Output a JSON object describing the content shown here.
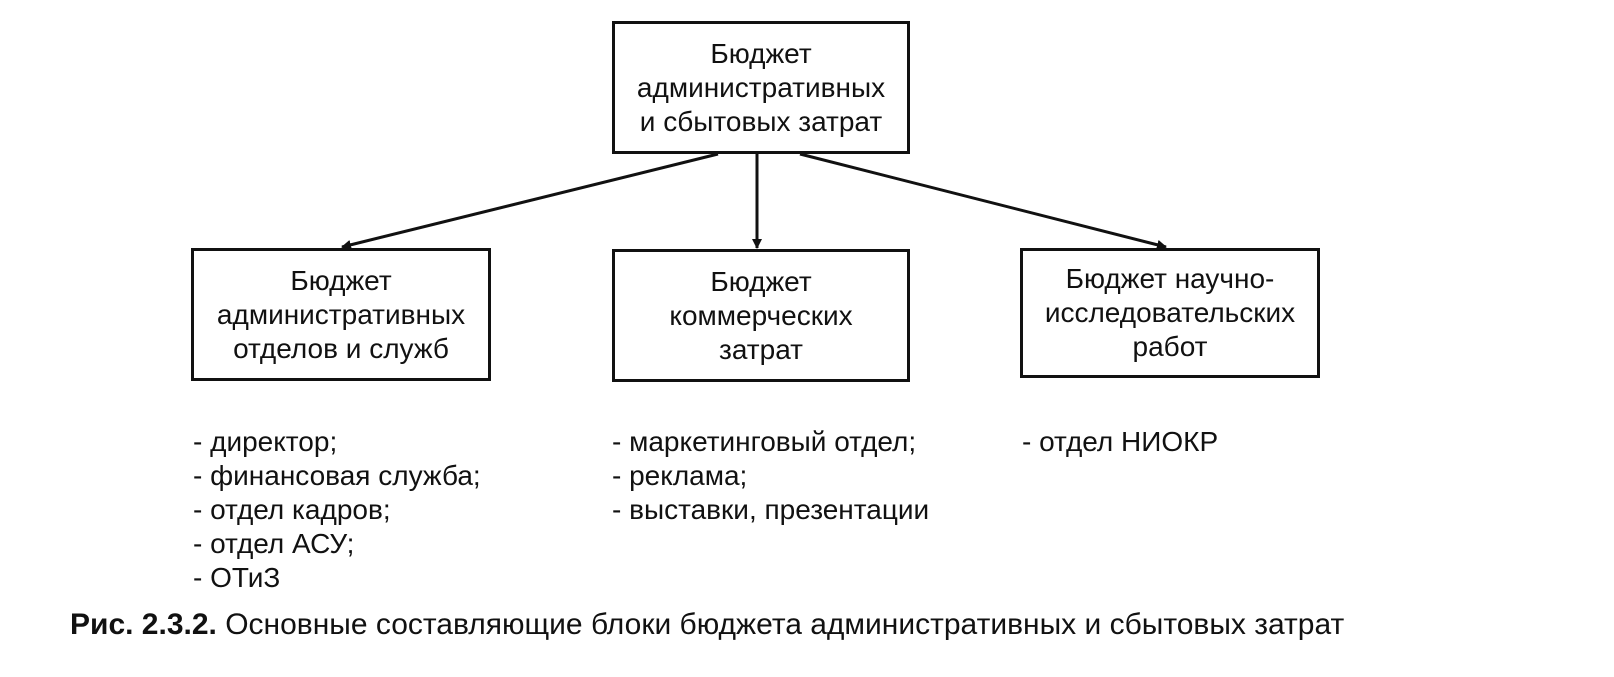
{
  "diagram": {
    "root": {
      "lines": [
        "Бюджет",
        "административных",
        "и сбытовых затрат"
      ]
    },
    "children": [
      {
        "lines": [
          "Бюджет",
          "административных",
          "отделов и служб"
        ],
        "items": [
          "- директор;",
          "- финансовая служба;",
          "- отдел кадров;",
          "- отдел АСУ;",
          "- ОТиЗ"
        ]
      },
      {
        "lines": [
          "Бюджет",
          "коммерческих",
          "затрат"
        ],
        "items": [
          "- маркетинговый отдел;",
          "- реклама;",
          "- выставки, презентации"
        ]
      },
      {
        "lines": [
          "Бюджет научно-",
          "исследовательских",
          "работ"
        ],
        "items": [
          "- отдел НИОКР"
        ]
      }
    ]
  },
  "caption": {
    "label": "Рис. 2.3.2.",
    "text": " Основные составляющие блоки бюджета административных и сбытовых затрат"
  }
}
